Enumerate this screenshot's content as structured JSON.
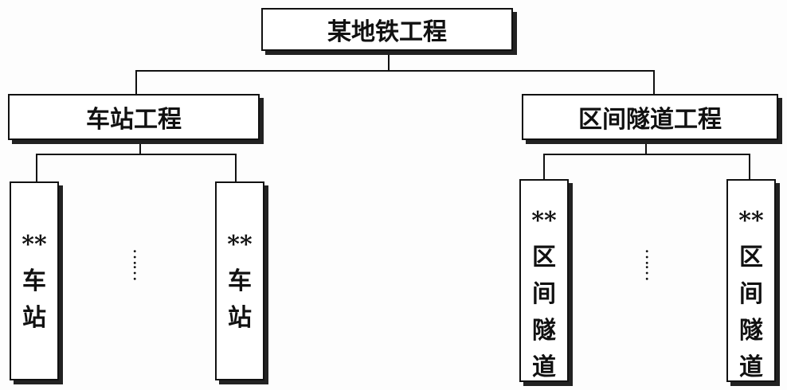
{
  "root": "某地铁工程",
  "left": {
    "title": "车站工程",
    "children": [
      "**车站",
      "**车站"
    ]
  },
  "right": {
    "title": "区间隧道工程",
    "children": [
      "**区间隧道",
      "**区间隧道"
    ]
  },
  "ellipsis": "……",
  "star": "**",
  "station": "车站",
  "tunnel": "区间隧道"
}
